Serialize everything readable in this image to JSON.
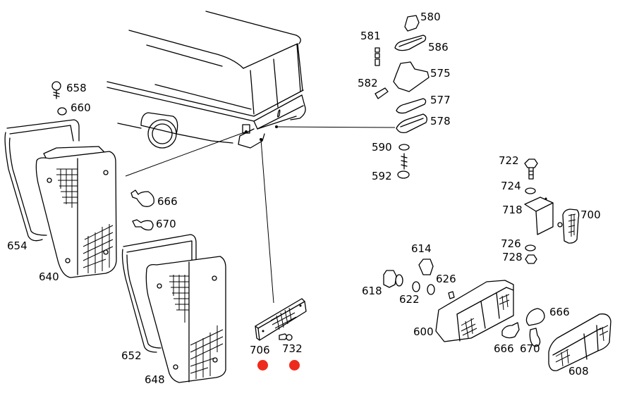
{
  "diagram": {
    "subject": "Van rear lighting exploded parts view",
    "marker_color": "#ee2a1d",
    "labels": {
      "p580": "580",
      "p581": "581",
      "p586": "586",
      "p575": "575",
      "p582": "582",
      "p577": "577",
      "p578": "578",
      "p590": "590",
      "p592": "592",
      "p658": "658",
      "p660": "660",
      "p654": "654",
      "p640": "640",
      "p666a": "666",
      "p670a": "670",
      "p652": "652",
      "p648": "648",
      "p706": "706",
      "p732": "732",
      "p722": "722",
      "p724": "724",
      "p718": "718",
      "p700": "700",
      "p726": "726",
      "p728": "728",
      "p614": "614",
      "p618": "618",
      "p622": "622",
      "p626": "626",
      "p600": "600",
      "p666b": "666",
      "p666c": "666",
      "p670b": "670",
      "p608": "608"
    },
    "markers": [
      {
        "part": "706",
        "icon": "red-dot"
      },
      {
        "part": "732",
        "icon": "red-dot"
      }
    ]
  }
}
